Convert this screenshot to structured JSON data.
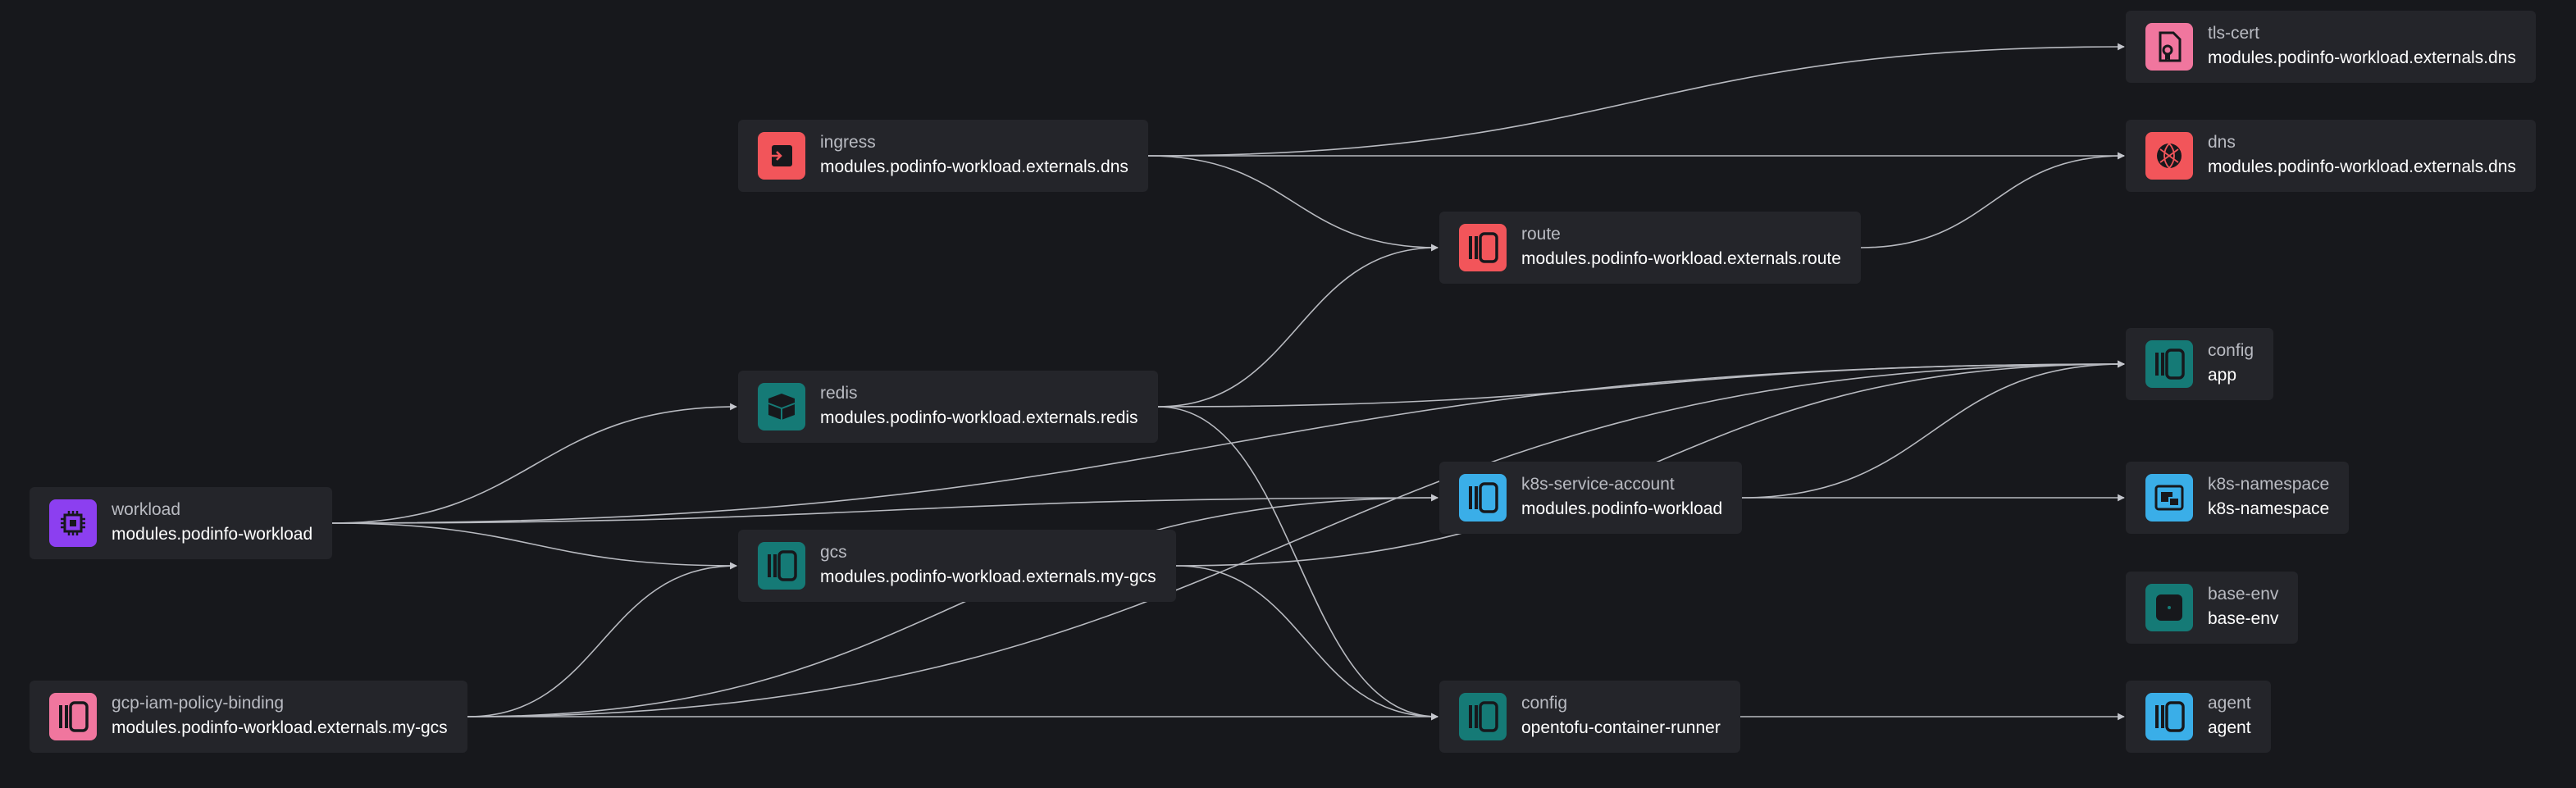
{
  "colors": {
    "purple": "#8c3ff0",
    "pink": "#f0769e",
    "red": "#f2555a",
    "teal": "#157a76",
    "blue": "#3aaee8",
    "edge": "#b8bac0"
  },
  "nodes": {
    "workload": {
      "type": "workload",
      "name": "modules.podinfo-workload",
      "icon": "cpu-icon"
    },
    "gcp_iam": {
      "type": "gcp-iam-policy-binding",
      "name": "modules.podinfo-workload.externals.my-gcs",
      "icon": "resource-icon"
    },
    "ingress": {
      "type": "ingress",
      "name": "modules.podinfo-workload.externals.dns",
      "icon": "ingress-icon"
    },
    "redis": {
      "type": "redis",
      "name": "modules.podinfo-workload.externals.redis",
      "icon": "redis-icon"
    },
    "gcs": {
      "type": "gcs",
      "name": "modules.podinfo-workload.externals.my-gcs",
      "icon": "resource-icon"
    },
    "route": {
      "type": "route",
      "name": "modules.podinfo-workload.externals.route",
      "icon": "resource-icon"
    },
    "k8s_sa": {
      "type": "k8s-service-account",
      "name": "modules.podinfo-workload",
      "icon": "resource-icon"
    },
    "config_runner": {
      "type": "config",
      "name": "opentofu-container-runner",
      "icon": "resource-icon"
    },
    "tls_cert": {
      "type": "tls-cert",
      "name": "modules.podinfo-workload.externals.dns",
      "icon": "certificate-icon"
    },
    "dns": {
      "type": "dns",
      "name": "modules.podinfo-workload.externals.dns",
      "icon": "globe-icon"
    },
    "config_app": {
      "type": "config",
      "name": "app",
      "icon": "resource-icon"
    },
    "k8s_ns": {
      "type": "k8s-namespace",
      "name": "k8s-namespace",
      "icon": "namespace-icon"
    },
    "base_env": {
      "type": "base-env",
      "name": "base-env",
      "icon": "env-icon"
    },
    "agent": {
      "type": "agent",
      "name": "agent",
      "icon": "resource-icon"
    }
  },
  "edges": [
    [
      "workload",
      "redis"
    ],
    [
      "workload",
      "gcs"
    ],
    [
      "workload",
      "k8s_sa"
    ],
    [
      "workload",
      "config_app"
    ],
    [
      "gcp_iam",
      "gcs"
    ],
    [
      "gcp_iam",
      "config_runner"
    ],
    [
      "gcp_iam",
      "k8s_sa"
    ],
    [
      "gcp_iam",
      "config_app"
    ],
    [
      "ingress",
      "tls_cert"
    ],
    [
      "ingress",
      "dns"
    ],
    [
      "ingress",
      "route"
    ],
    [
      "redis",
      "route"
    ],
    [
      "redis",
      "config_app"
    ],
    [
      "redis",
      "config_runner"
    ],
    [
      "gcs",
      "config_runner"
    ],
    [
      "gcs",
      "config_app"
    ],
    [
      "route",
      "dns"
    ],
    [
      "k8s_sa",
      "config_app"
    ],
    [
      "k8s_sa",
      "k8s_ns"
    ],
    [
      "config_runner",
      "agent"
    ]
  ]
}
